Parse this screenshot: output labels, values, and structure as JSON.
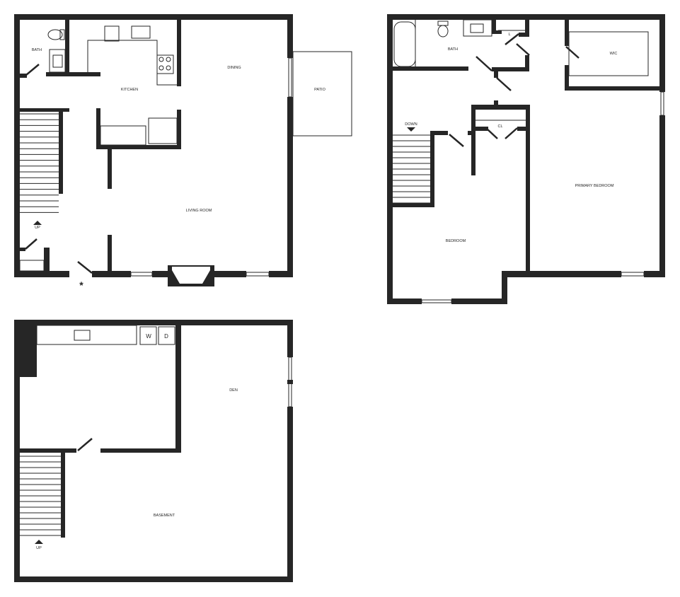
{
  "first_floor": {
    "rooms": {
      "bath": "BATH",
      "kitchen": "KITCHEN",
      "dining": "DINING",
      "patio": "PATIO",
      "living_room": "LIVING ROOM",
      "stairs_up": "UP"
    },
    "entry_marker": "*"
  },
  "second_floor": {
    "rooms": {
      "bath": "BATH",
      "linen": "L",
      "wic": "WIC",
      "closet": "CL",
      "stairs_down": "DOWN",
      "primary_bedroom": "PRIMARY BEDROOM",
      "bedroom": "BEDROOM"
    }
  },
  "basement": {
    "rooms": {
      "den": "DEN",
      "basement": "BASEMENT",
      "stairs_up": "UP"
    },
    "appliances": {
      "washer": "W",
      "dryer": "D"
    }
  },
  "colors": {
    "wall": "#262626",
    "background": "#ffffff"
  }
}
